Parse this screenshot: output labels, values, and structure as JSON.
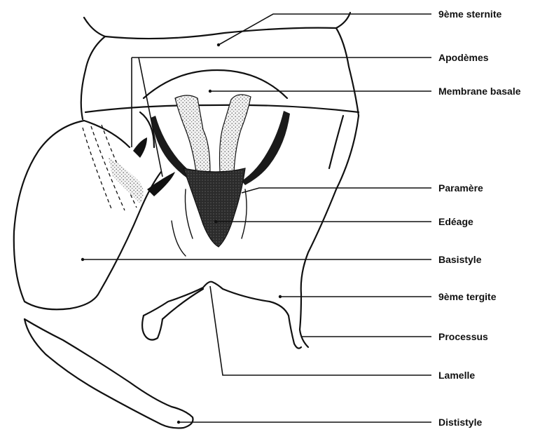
{
  "labels": [
    {
      "id": "sternite",
      "text": "9ème sternite"
    },
    {
      "id": "apodemes",
      "text": "Apodèmes"
    },
    {
      "id": "membrane",
      "text": "Membrane basale"
    },
    {
      "id": "paramere",
      "text": "Paramère"
    },
    {
      "id": "edeage",
      "text": "Edéage"
    },
    {
      "id": "basistyle",
      "text": "Basistyle"
    },
    {
      "id": "tergite",
      "text": "9ème tergite"
    },
    {
      "id": "processus",
      "text": "Processus"
    },
    {
      "id": "lamelle",
      "text": "Lamelle"
    },
    {
      "id": "dististyle",
      "text": "Dististyle"
    }
  ]
}
